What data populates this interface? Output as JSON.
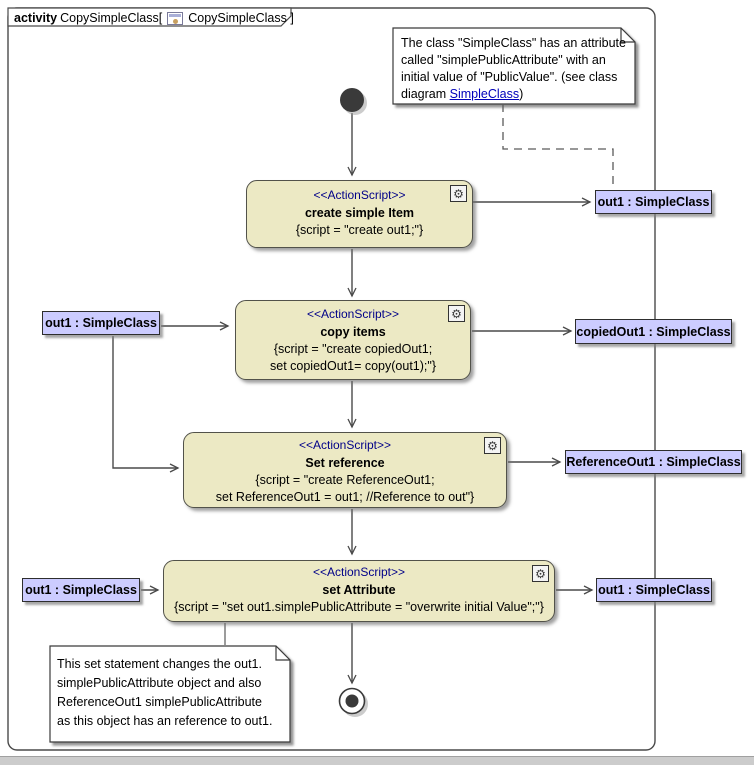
{
  "frame": {
    "kind": "activity",
    "title_mid": "CopySimpleClass[",
    "title_end": "CopySimpleClass ]",
    "diagram_icon": "activity-diagram-icon"
  },
  "colors": {
    "action_fill": "#ECE9C4",
    "action_border": "#52524A",
    "object_fill": "#CCCCFF",
    "stereotype_text": "#000088",
    "link_text": "#0000BB",
    "edge": "#4A4A4A"
  },
  "actions": [
    {
      "stereotype": "<<ActionScript>>",
      "name": "create simple Item",
      "script1": "{script = \"create out1;\"}"
    },
    {
      "stereotype": "<<ActionScript>>",
      "name": "copy items",
      "script1": "{script = \"create copiedOut1;",
      "script2": "set copiedOut1= copy(out1);\"}"
    },
    {
      "stereotype": "<<ActionScript>>",
      "name": "Set reference",
      "script1": "{script = \"create ReferenceOut1;",
      "script2": "set ReferenceOut1 = out1; //Reference to out\"}"
    },
    {
      "stereotype": "<<ActionScript>>",
      "name": "set Attribute",
      "script1": "{script = \"set out1.simplePublicAttribute = \"overwrite initial Value\";\"}"
    }
  ],
  "object_nodes": {
    "left1": "out1 : SimpleClass",
    "left2": "out1 : SimpleClass",
    "right1": "out1 : SimpleClass",
    "right2": "copiedOut1 : SimpleClass",
    "right3": "ReferenceOut1 : SimpleClass",
    "right4": "out1 : SimpleClass"
  },
  "notes": {
    "top": {
      "line1": "The class \"SimpleClass\" has an attribute",
      "line2": "called \"simplePublicAttribute\" with an",
      "line3": "initial value of \"PublicValue\". (see class",
      "line4_prefix": "diagram ",
      "link": "SimpleClass",
      "line4_suffix": ")"
    },
    "bottom": {
      "line1": "This set statement changes the out1.",
      "line2": "simplePublicAttribute object and also",
      "line3": "ReferenceOut1 simplePublicAttribute",
      "line4": "as this object has an reference to out1."
    }
  }
}
